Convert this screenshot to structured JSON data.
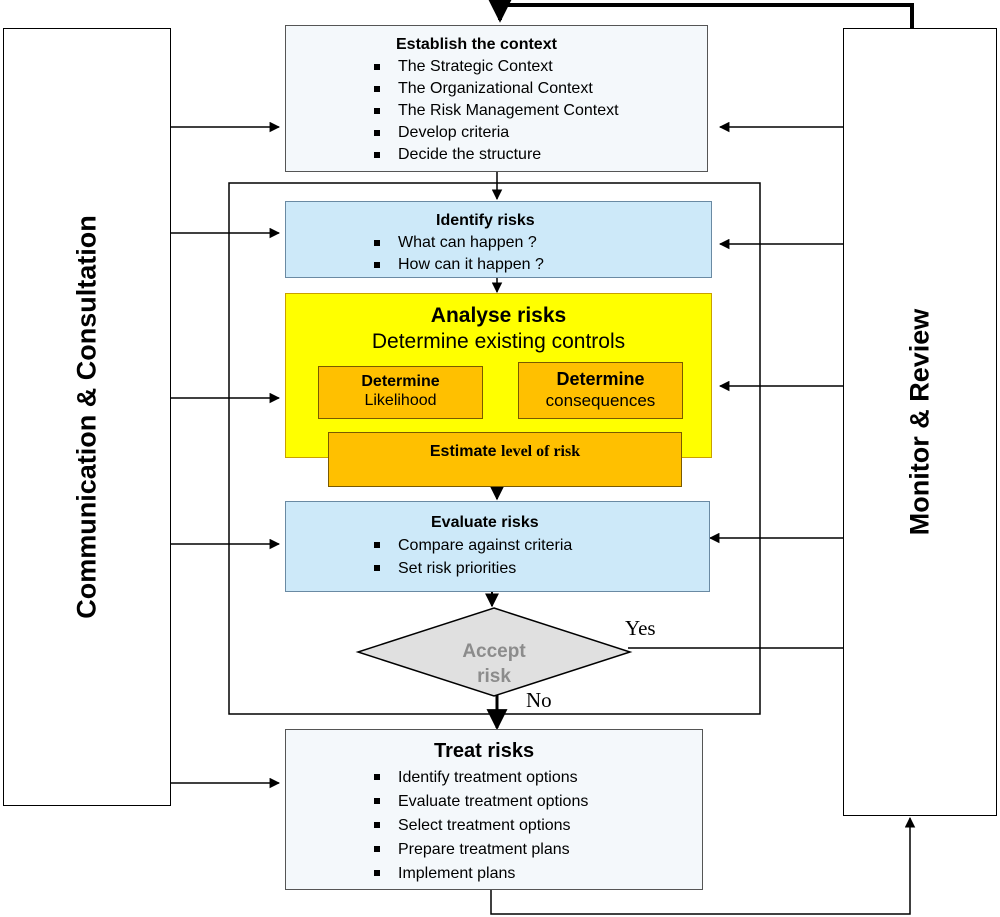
{
  "left_panel": {
    "label": "Communication  &  Consultation"
  },
  "right_panel": {
    "label": "Monitor & Review"
  },
  "establish": {
    "title": "Establish the context",
    "items": [
      "The Strategic Context",
      "The Organizational Context",
      "The Risk Management Context",
      "Develop criteria",
      "Decide the structure"
    ]
  },
  "identify": {
    "title": "Identify risks",
    "items": [
      "What can happen ?",
      "How can it happen ?"
    ]
  },
  "analyse": {
    "title": "Analyse risks",
    "subtitle": "Determine existing controls",
    "likelihood": {
      "line1": "Determine",
      "line2": "Likelihood"
    },
    "consequences": {
      "line1": "Determine",
      "line2": "consequences"
    },
    "estimate": {
      "bold": "Estimate",
      "rest": "level of risk"
    }
  },
  "evaluate": {
    "title": "Evaluate risks",
    "items": [
      "Compare against criteria",
      "Set  risk  priorities"
    ]
  },
  "decision": {
    "line1": "Accept",
    "line2": "risk",
    "yes": "Yes",
    "no": "No"
  },
  "treat": {
    "title": "Treat risks",
    "items": [
      "Identify treatment options",
      "Evaluate treatment options",
      "Select treatment options",
      "Prepare treatment plans",
      "Implement  plans"
    ]
  },
  "colors": {
    "panel_light": "#f4f8fb",
    "panel_blue": "#cde9f9",
    "analyse_yellow": "#ffff00",
    "determine_orange": "#ffc000",
    "diamond_fill": "#e0e0e0",
    "diamond_text": "#8c8c8c"
  }
}
